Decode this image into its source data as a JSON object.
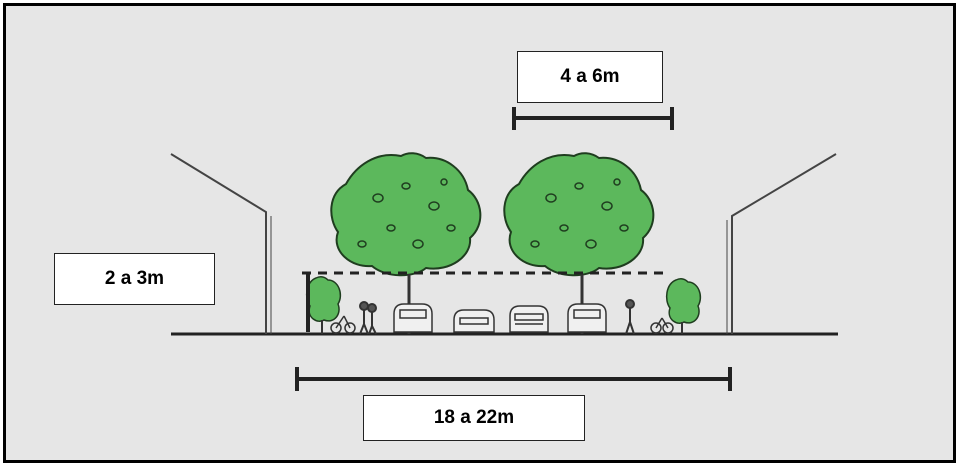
{
  "labels": {
    "tree_spacing": "4 a 6m",
    "canopy_height": "2 a 3m",
    "street_width": "18 a 22m"
  },
  "colors": {
    "background": "#e6e6e6",
    "tree_foliage": "#5cb85c",
    "tree_outline": "#1f3d1f",
    "lines": "#222222"
  },
  "icons": [
    "building-outline-left",
    "building-outline-right",
    "tree-icon",
    "shrub-icon",
    "car-icon",
    "pedestrian-icon",
    "cyclist-icon"
  ]
}
